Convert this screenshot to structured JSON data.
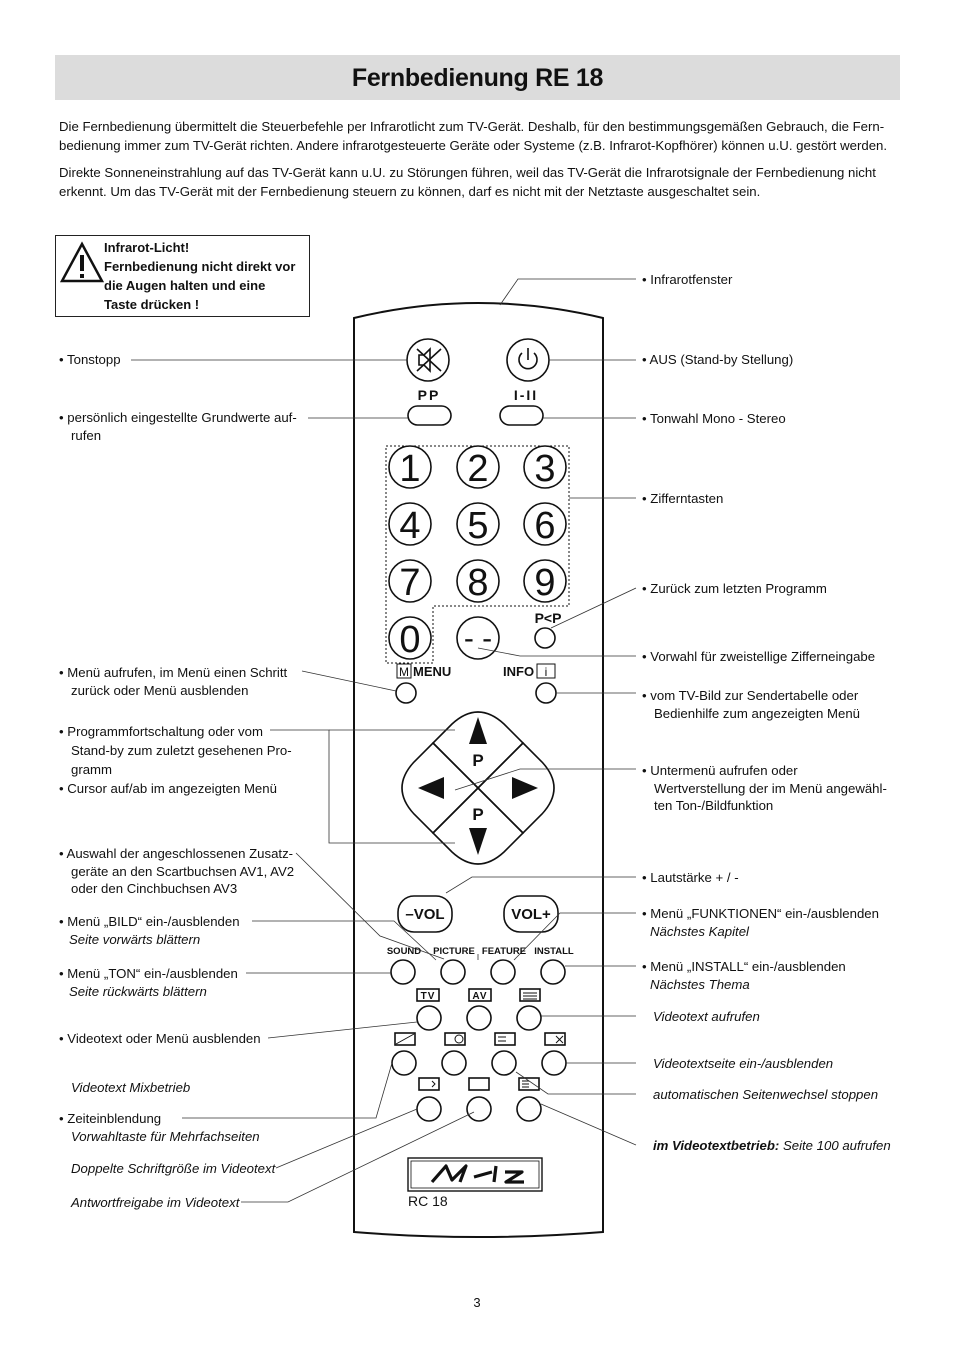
{
  "header": {
    "title": "Fernbedienung RE 18"
  },
  "intro": [
    "Die Fernbedienung übermittelt die Steuerbefehle per Infrarotlicht zum TV-Gerät. Deshalb, für den bestimmungsgemäßen Gebrauch, die Fern-bedienung immer zum TV-Gerät richten. Andere infrarotgesteuerte Geräte oder Systeme (z.B. Infrarot-Kopfhörer) können u.U. gestört werden.",
    "Direkte Sonneneinstrahlung auf das TV-Gerät kann u.U. zu Störungen führen, weil das TV-Gerät die Infrarotsignale der Fernbedienung nicht erkennt. Um das TV-Gerät mit der Fernbedienung steuern zu können, darf es nicht mit der Netztaste ausgeschaltet sein."
  ],
  "warning": {
    "line1": "Infrarot-Licht!",
    "line2": "Fernbedienung nicht direkt vor",
    "line3": "die Augen halten und eine",
    "line4": "Taste drücken !"
  },
  "left_labels": {
    "tonstopp": "• Tonstopp",
    "pp_1": "• persönlich eingestellte Grundwerte auf-",
    "pp_2": "rufen",
    "menu_1": "• Menü aufrufen, im Menü einen Schritt",
    "menu_2": "zurück oder Menü ausblenden",
    "prog_1": "• Programmfortschaltung oder vom",
    "prog_2": "Stand-by zum zuletzt gesehenen Pro-",
    "prog_3": "gramm",
    "prog_4": "• Cursor auf/ab im angezeigten Menü",
    "av_1": "• Auswahl der angeschlossenen Zusatz-",
    "av_2": "geräte an den Scartbuchsen AV1, AV2",
    "av_3": "oder den Cinchbuchsen AV3",
    "bild_1": "• Menü „BILD“ ein-/ausblenden",
    "bild_2": "Seite vorwärts blättern",
    "ton_1": "• Menü „TON“ ein-/ausblenden",
    "ton_2": "Seite rückwärts blättern",
    "vt_off": "• Videotext oder Menü ausblenden",
    "vt_mix": "Videotext Mixbetrieb",
    "zeit_1": "• Zeiteinblendung",
    "zeit_2": "Vorwahltaste für Mehrfachseiten",
    "double": "Doppelte Schriftgröße im Videotext",
    "answer": "Antwortfreigabe im Videotext"
  },
  "right_labels": {
    "ir": "• Infrarotfenster",
    "aus": "• AUS (Stand-by Stellung)",
    "mono": "• Tonwahl Mono - Stereo",
    "digits": "• Zifferntasten",
    "back": "• Zurück zum letzten Programm",
    "twodig": "• Vorwahl für zweistellige Zifferneingabe",
    "info_1": "• vom TV-Bild zur Sendertabelle oder",
    "info_2": "Bedienhilfe zum angezeigten Menü",
    "sub_1": "• Untermenü aufrufen oder",
    "sub_2": "Wertverstellung der im Menü angewähl-",
    "sub_3": "ten Ton-/Bildfunktion",
    "vol": "• Lautstärke + / -",
    "funk_1": "• Menü „FUNKTIONEN“ ein-/ausblenden",
    "funk_2": "Nächstes Kapitel",
    "inst_1": "• Menü „INSTALL“ ein-/ausblenden",
    "inst_2": "Nächstes Thema",
    "vt_on": "Videotext aufrufen",
    "vt_page": "Videotextseite ein-/ausblenden",
    "auto_stop": "automatischen Seitenwechsel stoppen",
    "p100_bold": "im Videotextbetrieb:",
    "p100_rest": " Seite 100 aufrufen"
  },
  "remote": {
    "pp": "PP",
    "iii": "I-II",
    "digits": [
      "1",
      "2",
      "3",
      "4",
      "5",
      "6",
      "7",
      "8",
      "9",
      "0"
    ],
    "dashdash": "- -",
    "pp_back": "P<P",
    "menu_key": "M",
    "menu": "MENU",
    "info": "INFO",
    "info_key": "i",
    "p_up": "P",
    "p_down": "P",
    "vol_minus": "–VOL",
    "vol_plus": "VOL+",
    "sound": "SOUND",
    "picture": "PICTURE",
    "feature": "FEATURE",
    "install": "INSTALL",
    "tv": "TV",
    "av": "AV",
    "model": "RC  18"
  },
  "page_number": "3",
  "colors": {
    "header_bg": "#dcdcdc",
    "ink": "#111111"
  }
}
